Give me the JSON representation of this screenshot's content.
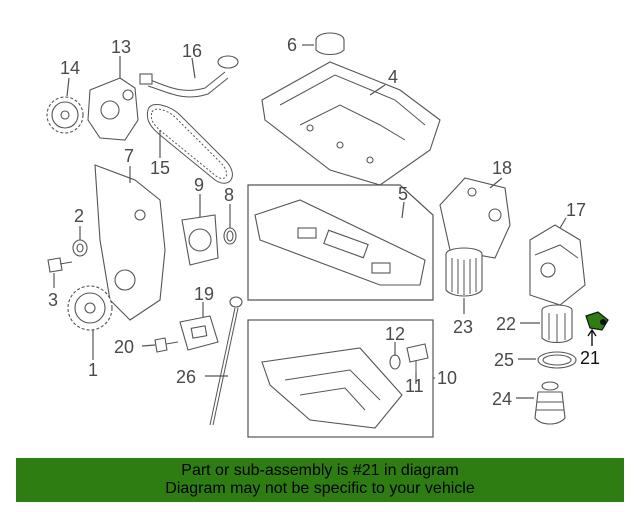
{
  "callouts": [
    "1",
    "2",
    "3",
    "4",
    "5",
    "6",
    "7",
    "8",
    "9",
    "10",
    "11",
    "12",
    "13",
    "14",
    "15",
    "16",
    "17",
    "18",
    "19",
    "20",
    "21",
    "22",
    "23",
    "24",
    "25",
    "26"
  ],
  "highlight": "21",
  "highlight_color": "#2e7d13",
  "banner": {
    "line1": "Part or sub-assembly is #21 in diagram",
    "line2": "Diagram may not be specific to your vehicle",
    "color": "#2e7d13"
  }
}
